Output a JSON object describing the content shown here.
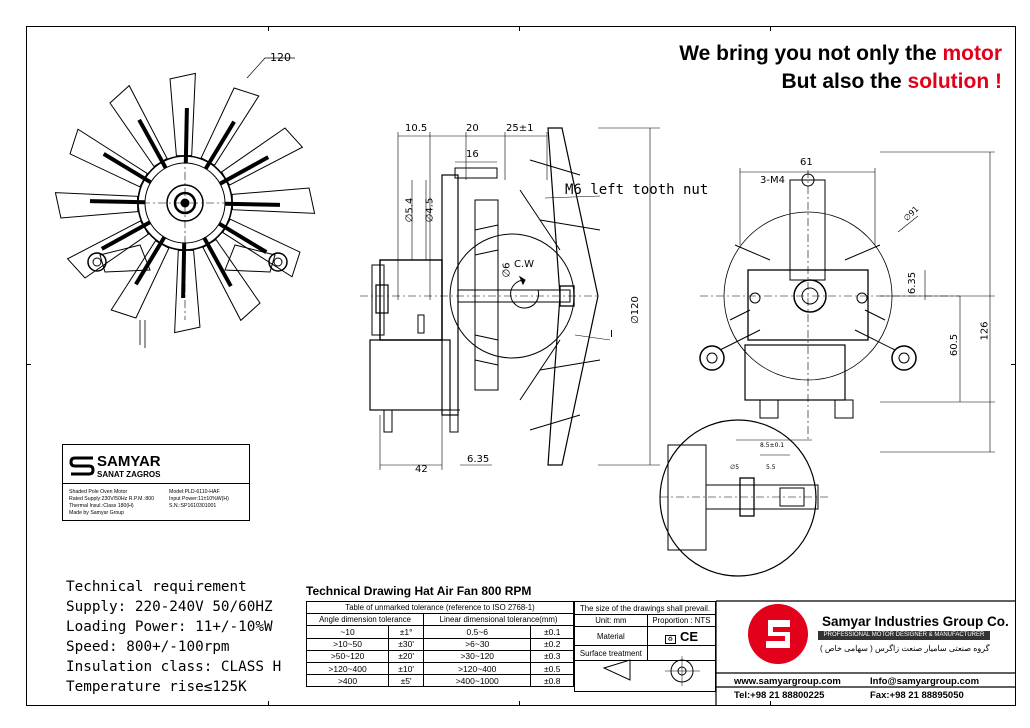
{
  "headline": {
    "line1_prefix": "We bring you not only the ",
    "line1_accent": "motor",
    "line2_prefix": "But also the ",
    "line2_accent": "solution !",
    "accent_color": "#e2001a"
  },
  "dimensions": {
    "d120_top": "120",
    "d10_5": "10.5",
    "d20": "20",
    "d25": "25±1",
    "d16": "16",
    "d5_4": "∅5.4",
    "d4_5": "∅4.5",
    "d6": "∅6",
    "cw": "C.W",
    "d120_side": "∅120",
    "section_mark": "I",
    "nut_note": "M6 left tooth nut",
    "d42": "42",
    "d6_35_bottom": "6.35",
    "d61": "61",
    "m4": "3-M4",
    "d91": "∅91",
    "d6_35_right": "6.35",
    "d60_5": "60.5",
    "d126": "126",
    "detail_8": "8.5±0.1",
    "detail_5_5": "5.5",
    "detail_5": "∅5"
  },
  "nameplate": {
    "brand": "SAMYAR",
    "subbrand": "SANAT ZAGROS",
    "lines": [
      {
        "left": "Shaded Pole Oven Motor",
        "right": "Model:PLD-6110-HAF"
      },
      {
        "left": "Rated Supply:230V/50Hz    R.P.M.:800",
        "right": "Input Power:11±10%W(H)"
      },
      {
        "left": "Thermal Insul.:Class 180(H)",
        "right": "S.N.:SP1610301001"
      },
      {
        "left": "Made by Samyar Group",
        "right": ""
      }
    ]
  },
  "requirements": [
    "Technical requirement",
    "Supply: 220-240V  50/60HZ",
    "Loading Power: 11+/-10%W",
    "Speed: 800+/-100rpm",
    "Insulation class: CLASS  H",
    "Temperature rise≤125K"
  ],
  "tolerance_table": {
    "title": "Technical Drawing Hat Air Fan 800 RPM",
    "caption": "Table of unmarked tolerance (reference to ISO 2768-1)",
    "angle_header": "Angle dimension tolerance",
    "linear_header": "Linear dimensional tolerance(mm)",
    "rows": [
      [
        "~10",
        "±1°",
        "0.5~6",
        "±0.1"
      ],
      [
        ">10~50",
        "±30'",
        ">6~30",
        "±0.2"
      ],
      [
        ">50~120",
        "±20'",
        ">30~120",
        "±0.3"
      ],
      [
        ">120~400",
        "±10'",
        ">120~400",
        "±0.5"
      ],
      [
        ">400",
        "±5'",
        ">400~1000",
        "±0.8"
      ]
    ]
  },
  "info_block": {
    "note": "The size of the drawings shall prevail.",
    "unit": "Unit: mm",
    "proportion": "Proportion : NTS",
    "material": "Material",
    "surface": "Surface treatment",
    "ce_mark": "CE"
  },
  "company": {
    "name": "Samyar Industries Group Co.",
    "tagline": "PROFESSIONAL MOTOR DESIGNER & MANUFACTURER",
    "persian": "گروه صنعتی سامیار صنعت زاگرس ( سهامی خاص )",
    "website": "www.samyargroup.com",
    "email": "Info@samyargroup.com",
    "tel": "Tel:+98 21 88800225",
    "fax": "Fax:+98 21 88895050"
  }
}
